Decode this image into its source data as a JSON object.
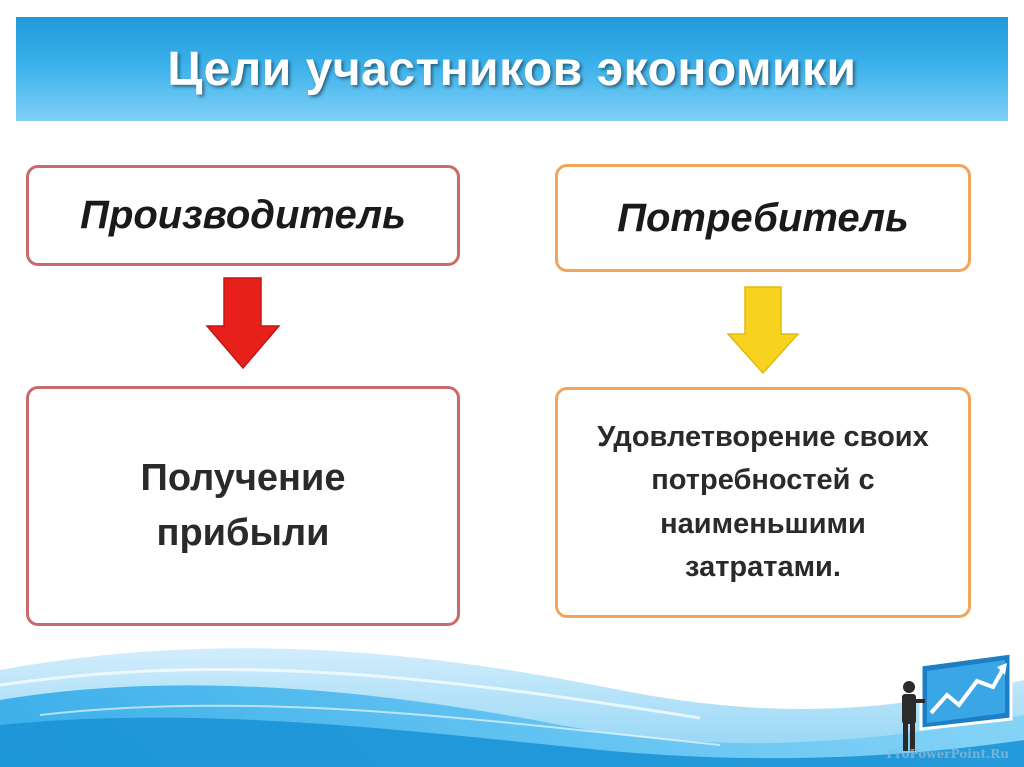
{
  "slide": {
    "title": "Цели участников экономики",
    "producer": {
      "label": "Производитель",
      "goal": [
        "Получение",
        "прибыли"
      ]
    },
    "consumer": {
      "label": "Потребитель",
      "goal": [
        "Удовлетворение своих",
        "потребностей с",
        "наименьшими",
        "затратами."
      ]
    },
    "watermark": "ProPowerPoint.Ru"
  },
  "colors": {
    "title_bar": "#3ab0ea",
    "producer_border": "#c86b6b",
    "consumer_border": "#f2a45a",
    "red_arrow": "#e8201c",
    "yellow_arrow": "#f7d21f"
  },
  "icons": {
    "producer_arrow": "down-arrow-icon",
    "consumer_arrow": "down-arrow-icon",
    "logo": "businessman-chart-logo"
  }
}
